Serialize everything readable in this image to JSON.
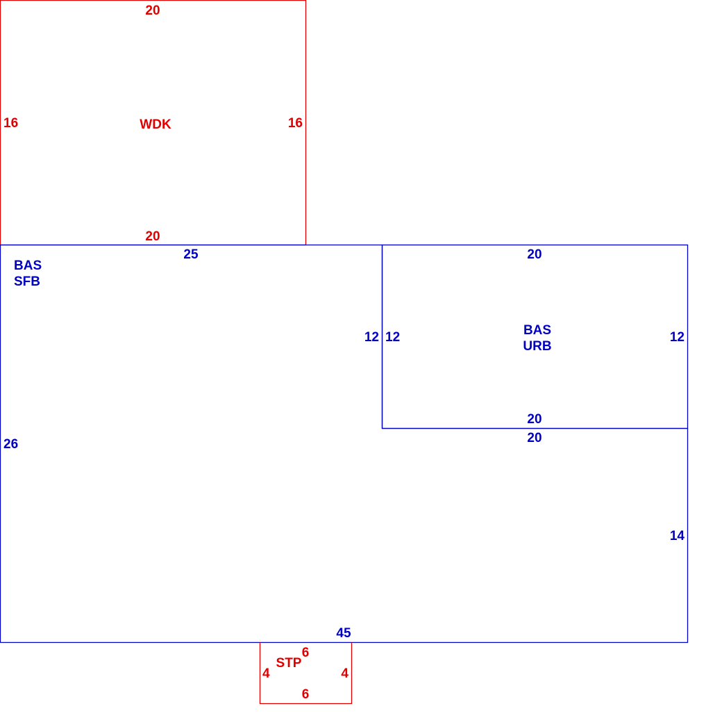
{
  "colors": {
    "addition": "#e00000",
    "main": "#0000c0"
  },
  "wdk": {
    "code": "WDK",
    "dim_top": "20",
    "dim_bottom": "20",
    "dim_left": "16",
    "dim_right": "16"
  },
  "bas_sfb": {
    "code_1": "BAS",
    "code_2": "SFB",
    "dim_top": "25",
    "dim_right_upper": "12",
    "dim_left": "26",
    "dim_bottom": "45",
    "dim_right_lower": "14",
    "dim_step_top": "20"
  },
  "bas_urb": {
    "code_1": "BAS",
    "code_2": "URB",
    "dim_top": "20",
    "dim_bottom": "20",
    "dim_left": "12",
    "dim_right": "12"
  },
  "stp": {
    "code": "STP",
    "dim_top": "6",
    "dim_bottom": "6",
    "dim_left": "4",
    "dim_right": "4"
  }
}
